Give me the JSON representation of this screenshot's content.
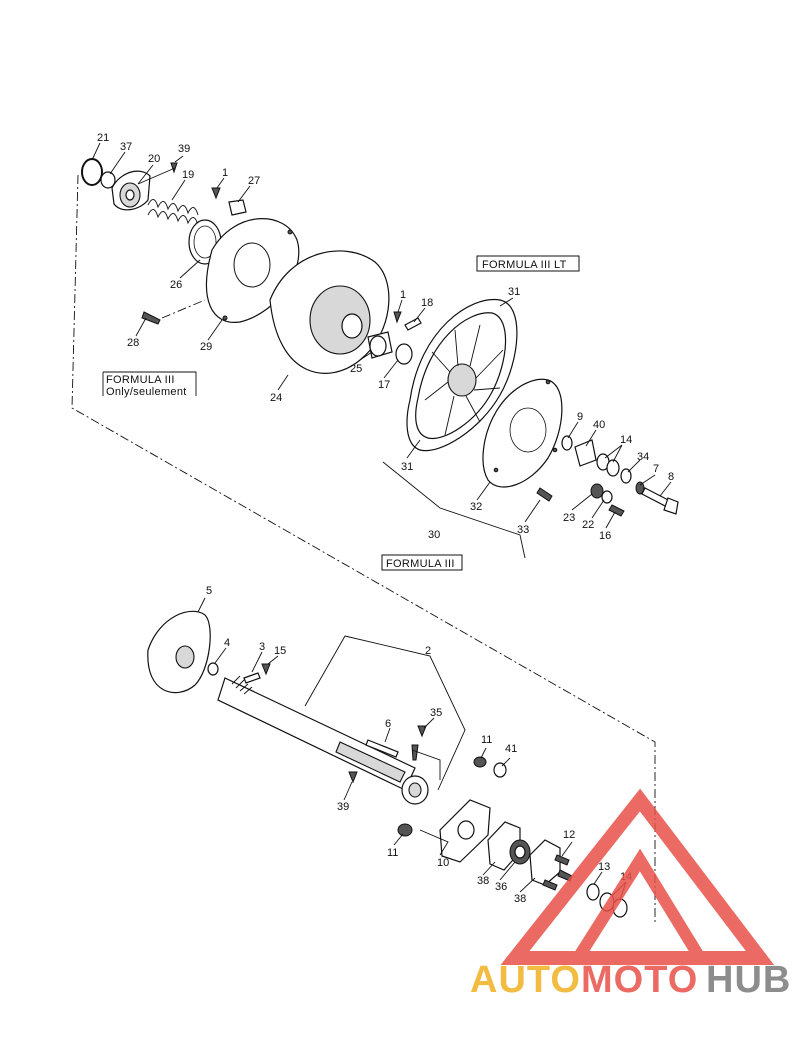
{
  "labels": {
    "formula_iii_lt": "FORMULA III LT",
    "formula_iii_only": "FORMULA III",
    "only_seulement": "Only/seulement",
    "formula_iii": "FORMULA III"
  },
  "callouts": {
    "c21": "21",
    "c37": "37",
    "c39a": "39",
    "c20": "20",
    "c19": "19",
    "c1a": "1",
    "c27": "27",
    "c26": "26",
    "c28": "28",
    "c29": "29",
    "c24": "24",
    "c1b": "1",
    "c18": "18",
    "c25": "25",
    "c17": "17",
    "c31a": "31",
    "c31b": "31",
    "c9": "9",
    "c40": "40",
    "c14a": "14",
    "c34": "34",
    "c7": "7",
    "c8": "8",
    "c32": "32",
    "c23": "23",
    "c22": "22",
    "c16": "16",
    "c33": "33",
    "c30": "30",
    "c5": "5",
    "c4": "4",
    "c3": "3",
    "c15": "15",
    "c2": "2",
    "c6": "6",
    "c35": "35",
    "c39b": "39",
    "c11a": "11",
    "c41": "41",
    "c11b": "11",
    "c10": "10",
    "c38a": "38",
    "c36": "36",
    "c38b": "38",
    "c12": "12",
    "c13": "13",
    "c14b": "14"
  },
  "watermark": {
    "part1": "AUTO",
    "part2": "MOTO",
    "part3": "HUB",
    "color_orange": "#f0b020",
    "color_red": "#e8524a",
    "color_grey": "#7a7a7a"
  }
}
